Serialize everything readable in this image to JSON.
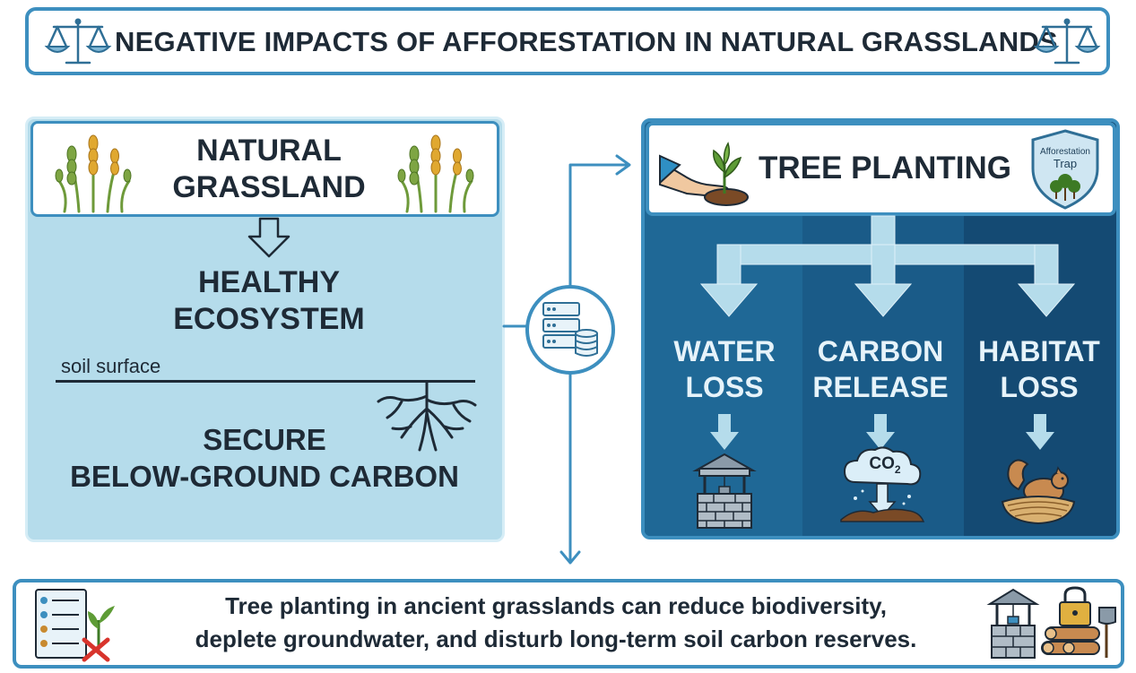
{
  "title": "NEGATIVE IMPACTS OF AFFORESTATION IN NATURAL GRASSLANDS",
  "left": {
    "header_line1": "NATURAL",
    "header_line2": "GRASSLAND",
    "healthy_line1": "HEALTHY",
    "healthy_line2": "ECOSYSTEM",
    "soil_label": "soil surface",
    "carbon_line1": "SECURE",
    "carbon_line2": "BELOW-GROUND CARBON"
  },
  "right": {
    "header": "TREE PLANTING",
    "badge_line1": "Afforestation",
    "badge_line2": "Trap",
    "impacts": [
      {
        "line1": "WATER",
        "line2": "LOSS"
      },
      {
        "line1": "CARBON",
        "line2": "RELEASE"
      },
      {
        "line1": "HABITAT",
        "line2": "LOSS"
      }
    ],
    "co2_label": "CO",
    "co2_sub": "2"
  },
  "bottom": {
    "line1": "Tree planting in ancient grasslands can reduce biodiversity,",
    "line2": "deplete groundwater, and disturb long-term soil carbon reserves."
  },
  "colors": {
    "accent": "#3d8fbf",
    "left_panel": "#b5dceb",
    "right_panel": "#1c5f8c",
    "text_dark": "#1e2a36"
  }
}
